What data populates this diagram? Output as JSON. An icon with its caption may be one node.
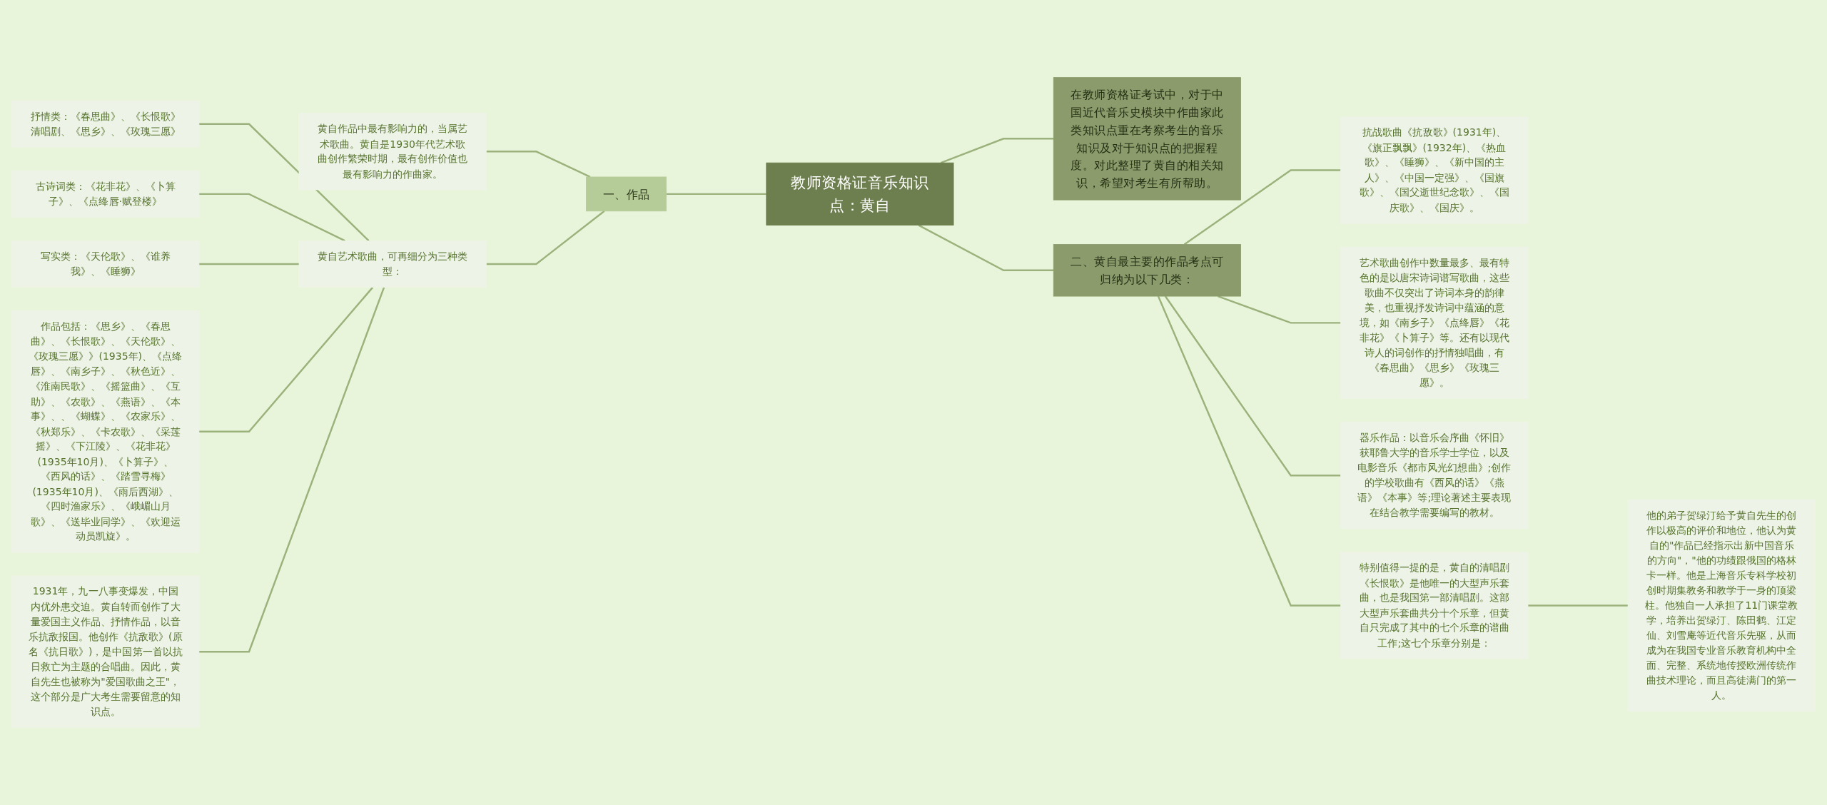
{
  "diagram": {
    "nodes": [
      {
        "text": [
          "教师资格证音乐知识点：黄自"
        ]
      },
      {
        "text": [
          "一、作品"
        ]
      },
      {
        "text": [
          "黄自作品中最有影响力的，当属艺术歌曲。黄自是1930年代艺术歌曲创作繁荣时期，最有创作价值也最有影响力的作曲家。"
        ]
      },
      {
        "text": [
          "黄自艺术歌曲，可再细分为三种类型："
        ]
      },
      {
        "text": [
          "抒情类：《春思曲》、《长恨歌》清唱剧、《思乡》、《玫瑰三愿》"
        ]
      },
      {
        "text": [
          "古诗词类：《花非花》、《卜算子》、《点绛唇·赋登楼》"
        ]
      },
      {
        "text": [
          "写实类：《天伦歌》、《谁养我》、《睡狮》"
        ]
      },
      {
        "text": [
          "作品包括：《思乡》、《春思曲》、《长恨歌》、《天伦歌》、《玫瑰三愿》》(1935年)、《点绛唇》、《南乡子》、《秋色近》、《淮南民歌》、《摇篮曲》、《互助》、《农歌》、《燕语》、《本事》、、《蝴蝶》、《农家乐》、《秋郑乐》、《卡农歌》、《采莲摇》、《下江陵》、《花非花》(1935年10月)、《卜算子》、《西风的话》、《踏雪寻梅》(1935年10月)、《雨后西湖》、《四时渔家乐》、《峨嵋山月歌》、《送毕业同学》、《欢迎运动员凯旋》。"
        ]
      },
      {
        "text": [
          "1931年，九一八事变爆发，中国内优外患交迫。黄自转而创作了大量爱国主义作品、抒情作品，以音乐抗敌报国。他创作《抗敌歌》(原名《抗日歌》)，是中国第一首以抗日救亡为主题的合唱曲。因此，黄自先生也被称为\"爱国歌曲之王\"，这个部分是广大考生需要留意的知识点。"
        ]
      },
      {
        "text": [
          "在教师资格证考试中，对于中国近代音乐史模块中作曲家此类知识点重在考察考生的音乐知识及对于知识点的把握程度。对此整理了黄自的相关知识，希望对考生有所帮助。"
        ]
      },
      {
        "text": [
          "二、黄自最主要的作品考点可归纳为以下几类："
        ]
      },
      {
        "text": [
          "抗战歌曲《抗敌歌》(1931年)、《旗正飘飘》(1932年)、《热血歌》、《睡狮》、《新中国的主人》、《中国一定强》、《国旗歌》、《国父逝世纪念歌》、《国庆歌》、《国庆》。"
        ]
      },
      {
        "text": [
          "艺术歌曲创作中数量最多、最有特色的是以唐宋诗词谱写歌曲，这些歌曲不仅突出了诗词本身的韵律美，也重视抒发诗词中蕴涵的意境，如《南乡子》《点绛唇》《花非花》《卜算子》等。还有以现代诗人的词创作的抒情独唱曲，有《春思曲》《思乡》《玫瑰三愿》。"
        ]
      },
      {
        "text": [
          "器乐作品：以音乐会序曲《怀旧》获耶鲁大学的音乐学士学位，以及电影音乐《都市风光幻想曲》;创作的学校歌曲有《西风的话》《燕语》《本事》等;理论著述主要表现在结合教学需要编写的教材。"
        ]
      },
      {
        "text": [
          "特别值得一提的是，黄自的清唱剧《长恨歌》是他唯一的大型声乐套曲，也是我国第一部清唱剧。这部大型声乐套曲共分十个乐章，但黄自只完成了其中的七个乐章的谱曲工作;这七个乐章分别是："
        ]
      },
      {
        "text": [
          "他的弟子贺绿汀给予黄自先生的创作以极高的评价和地位，他认为黄自的\"作品已经指示出新中国音乐的方向\"，\"他的功绩跟俄国的格林卡一样。他是上海音乐专科学校初创时期集教务和教学于一身的顶梁柱。他独自一人承担了11门课堂教学，培养出贺绿汀、陈田鹤、江定仙、刘雪庵等近代音乐先驱，从而成为在我国专业音乐教育机构中全面、完整、系统地传授欧洲传统作曲技术理论，而且高徒满门的第一人。"
        ]
      }
    ],
    "edges": [
      {
        "from": 1,
        "to": 0,
        "arrow": "none"
      },
      {
        "from": 2,
        "to": 1,
        "arrow": "none"
      },
      {
        "from": 3,
        "to": 1,
        "arrow": "none"
      },
      {
        "from": 4,
        "to": 3,
        "arrow": "none"
      },
      {
        "from": 5,
        "to": 3,
        "arrow": "none"
      },
      {
        "from": 6,
        "to": 3,
        "arrow": "none"
      },
      {
        "from": 7,
        "to": 3,
        "arrow": "none"
      },
      {
        "from": 8,
        "to": 3,
        "arrow": "none"
      },
      {
        "from": 0,
        "to": 9,
        "arrow": "none"
      },
      {
        "from": 0,
        "to": 10,
        "arrow": "none"
      },
      {
        "from": 10,
        "to": 11,
        "arrow": "none"
      },
      {
        "from": 10,
        "to": 12,
        "arrow": "none"
      },
      {
        "from": 10,
        "to": 13,
        "arrow": "none"
      },
      {
        "from": 10,
        "to": 14,
        "arrow": "none"
      },
      {
        "from": 14,
        "to": 15,
        "arrow": "none"
      }
    ]
  }
}
